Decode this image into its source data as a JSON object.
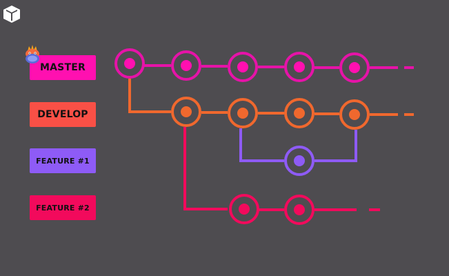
{
  "branches": [
    {
      "label": "MASTER",
      "color": "#ff10b0"
    },
    {
      "label": "DEVELOP",
      "color": "#f95046"
    },
    {
      "label": "FEATURE #1",
      "color": "#8e5bf6"
    },
    {
      "label": "FEATURE #2",
      "color": "#f20a5c"
    }
  ],
  "lines": {
    "master": "#e613a8",
    "develop": "#f0682e",
    "feature1": "#8e5bf6",
    "feature2": "#f20a5c"
  },
  "icons": {
    "logo": "cube-logo-icon",
    "mascot": "fire-hydra-mascot-icon"
  }
}
